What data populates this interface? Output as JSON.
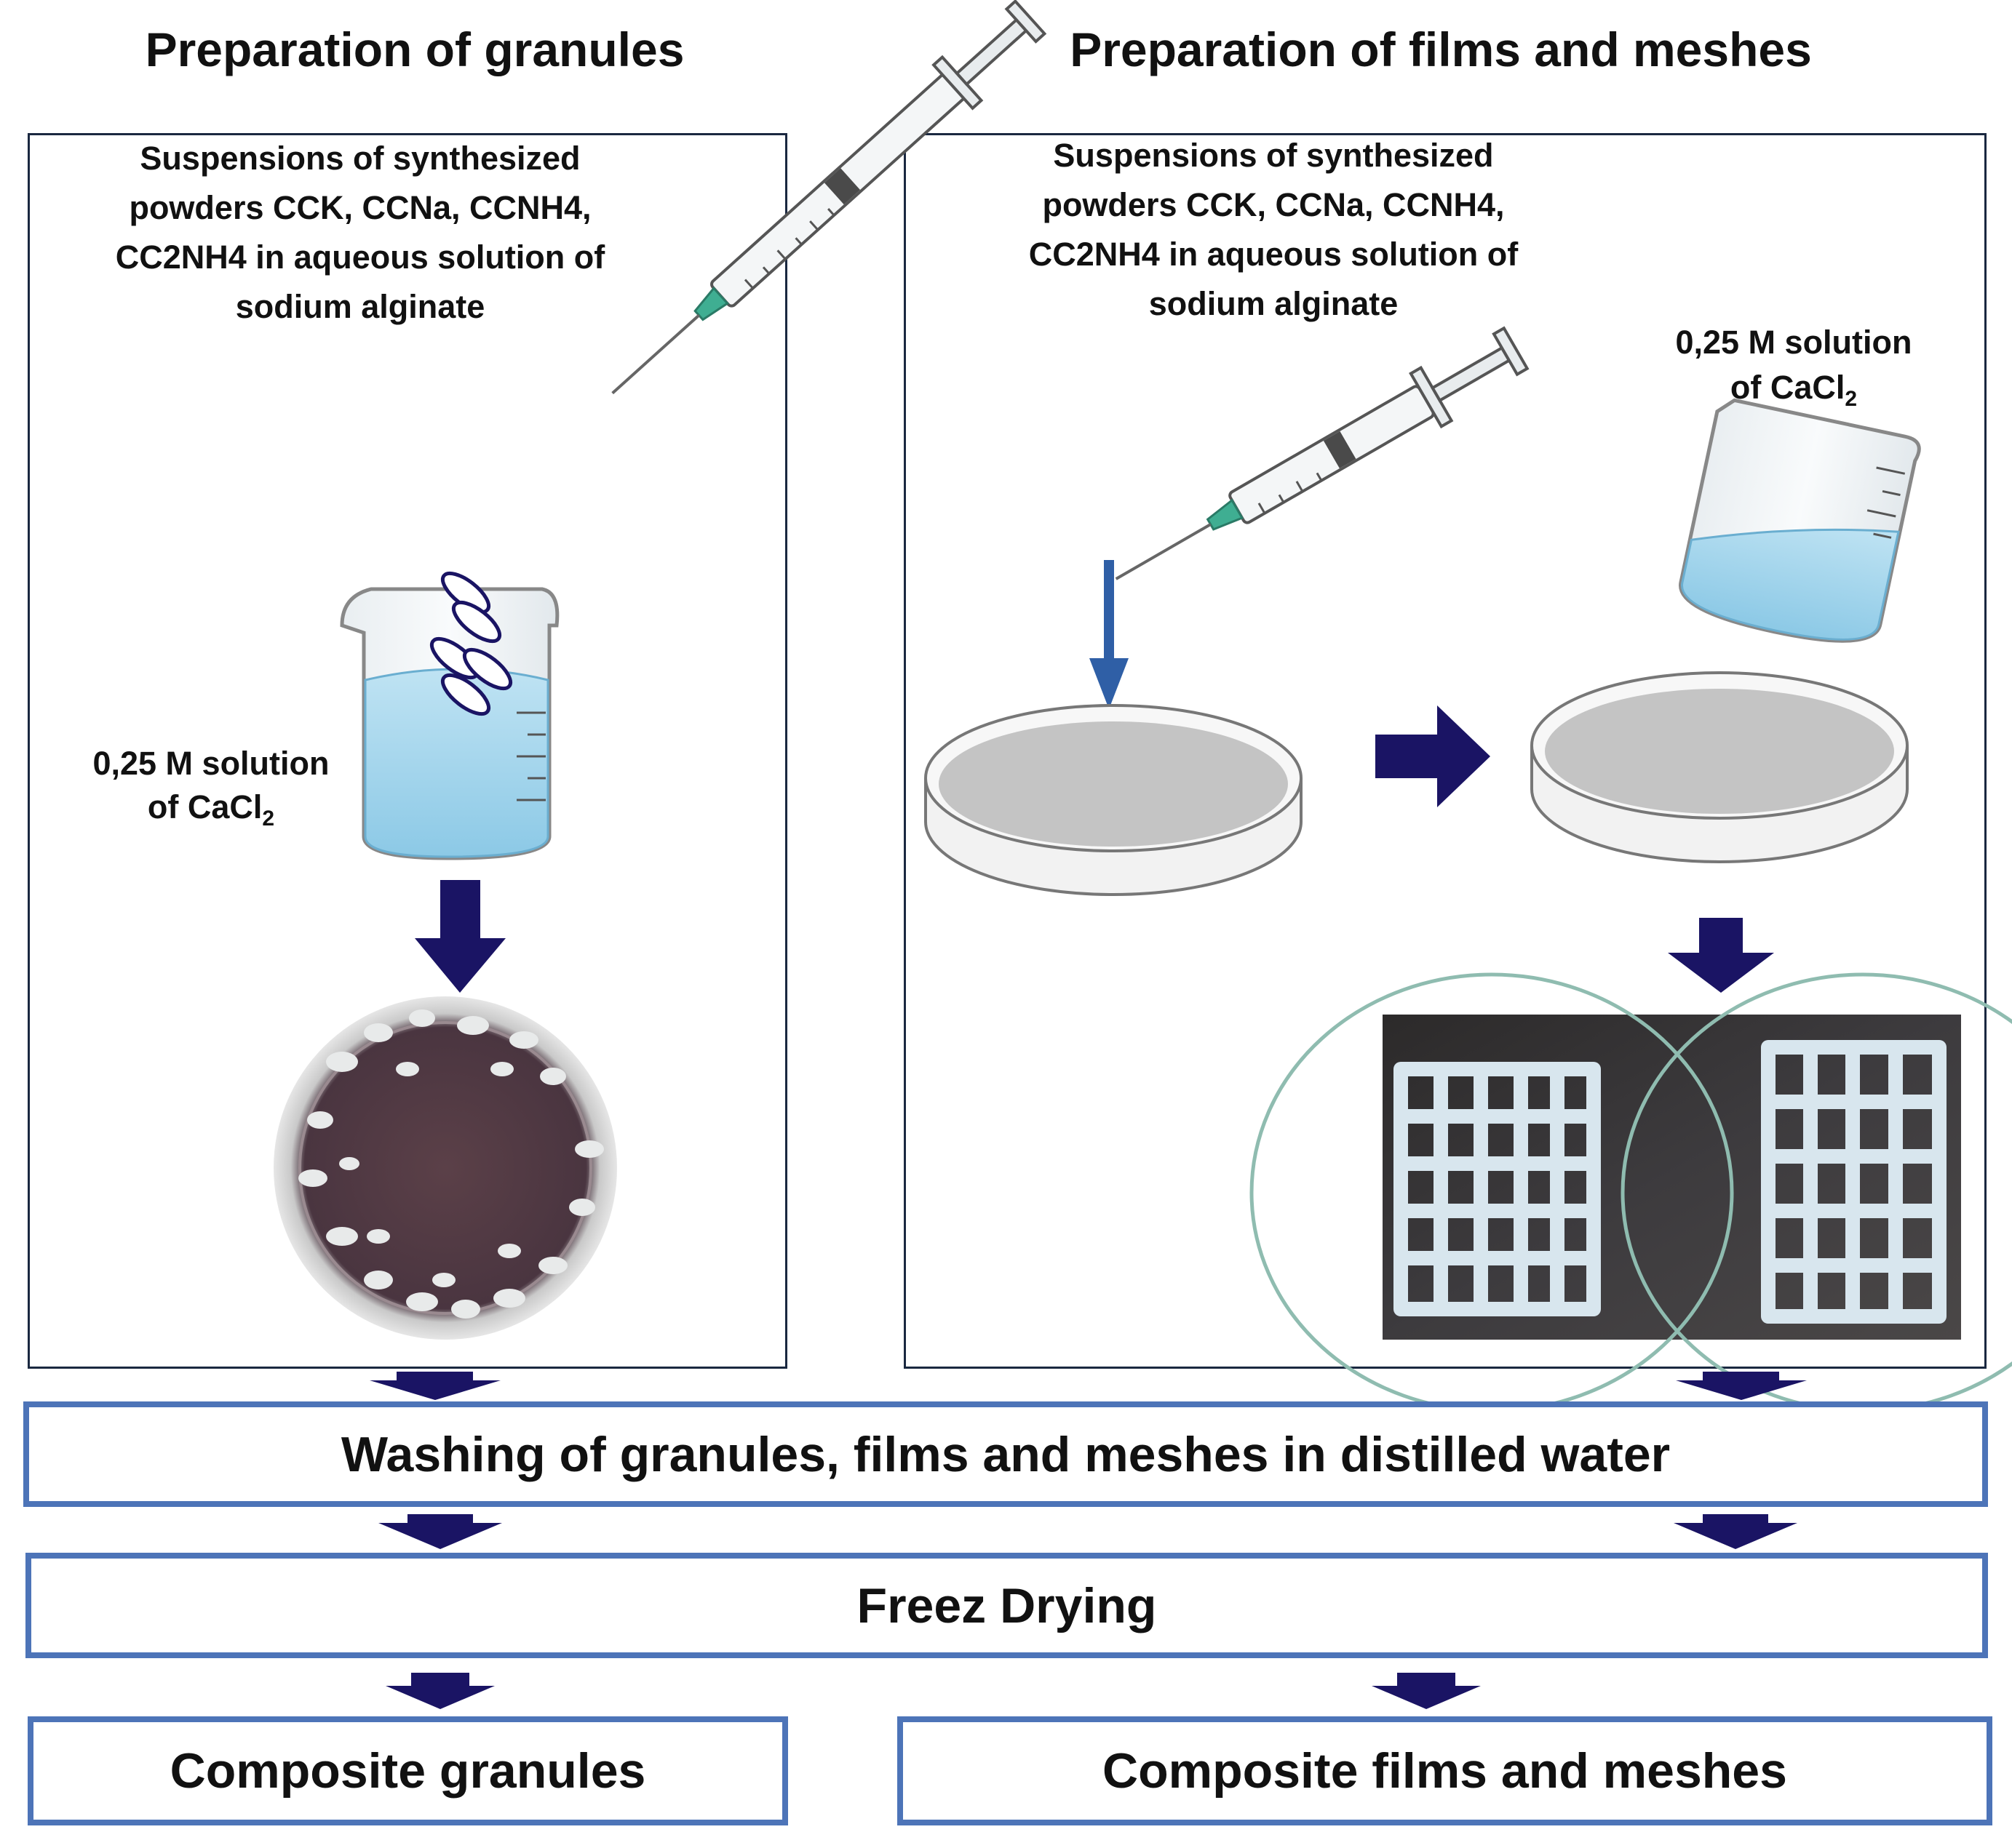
{
  "headings": {
    "left": "Preparation of granules",
    "right": "Preparation of films and meshes"
  },
  "left_panel": {
    "suspension_lines": [
      "Suspensions of synthesized",
      "powders CCK, CCNa, CCNH4,",
      "CC2NH4 in aqueous solution of",
      "sodium alginate"
    ],
    "solution_line1": "0,25 M solution",
    "solution_line2_prefix": "of  CaCl",
    "solution_subscript": "2"
  },
  "right_panel": {
    "suspension_lines": [
      "Suspensions of synthesized",
      "powders CCK, CCNa, CCNH4,",
      "CC2NH4 in aqueous solution of",
      "sodium alginate"
    ],
    "solution_line1": "0,25 M solution",
    "solution_line2_prefix": "of  CaCl",
    "solution_subscript": "2"
  },
  "steps": {
    "washing": "Washing of granules, films and meshes in distilled water",
    "freeze": "Freez Drying",
    "result_left": "Composite granules",
    "result_right": "Composite films and meshes"
  },
  "colors": {
    "arrow": "#1a1464",
    "step_border": "#4d74b8",
    "panel_border": "#1a2840",
    "liquid": "#a8d8ee",
    "dish_fill": "#c4c4c4"
  },
  "icons": {
    "syringe": "syringe-icon",
    "beaker": "beaker-icon",
    "petri_dish": "petri-dish-icon",
    "granules_photo": "granules-photo",
    "meshes_photo": "meshes-photo"
  }
}
